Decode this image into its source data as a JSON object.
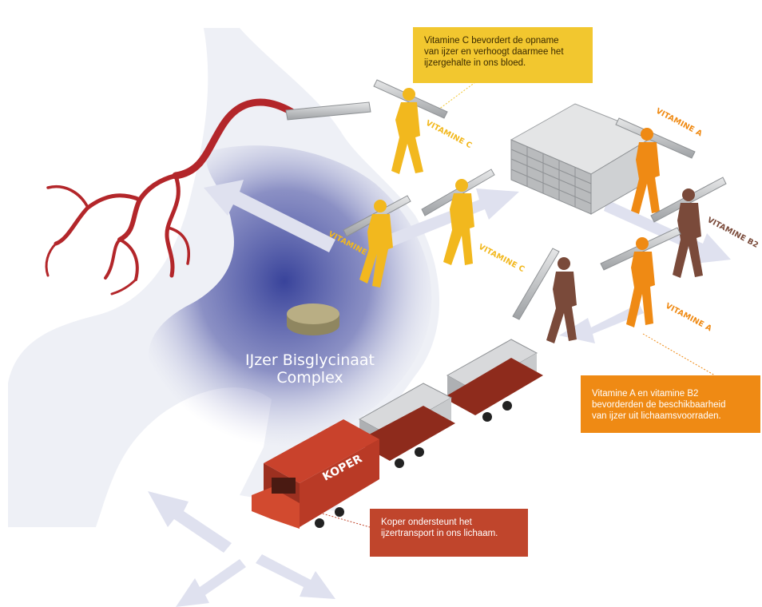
{
  "complex_label": {
    "line1": "IJzer Bisglycinaat",
    "line2": "Complex"
  },
  "callouts": {
    "vitamin_c": {
      "lines": [
        "Vitamine C bevordert de opname",
        "van ijzer en verhoogt daarmee het",
        "ijzergehalte in ons bloed."
      ],
      "color": "#f2c72f"
    },
    "vitamin_a_b2": {
      "lines": [
        "Vitamine A en vitamine B2",
        "bevorderden de beschikbaarheid",
        "van ijzer uit lichaamsvoorraden."
      ],
      "color": "#ef8a14"
    },
    "copper": {
      "lines": [
        "Koper ondersteunt het",
        "ijzertransport in ons lichaam."
      ],
      "color": "#c0452c"
    }
  },
  "worker_labels": {
    "vitamin_c": "VITAMINE C",
    "vitamin_a": "VITAMINE A",
    "vitamin_b2": "VITAMINE B2"
  },
  "train_label": "KOPER",
  "colors": {
    "vitamin_c": "#f2b81e",
    "vitamin_a": "#ef8a14",
    "vitamin_b2": "#7a4a3a",
    "train": "#b93a26",
    "blood_vessel": "#b3262a",
    "stomach": "#5b5ea8"
  }
}
